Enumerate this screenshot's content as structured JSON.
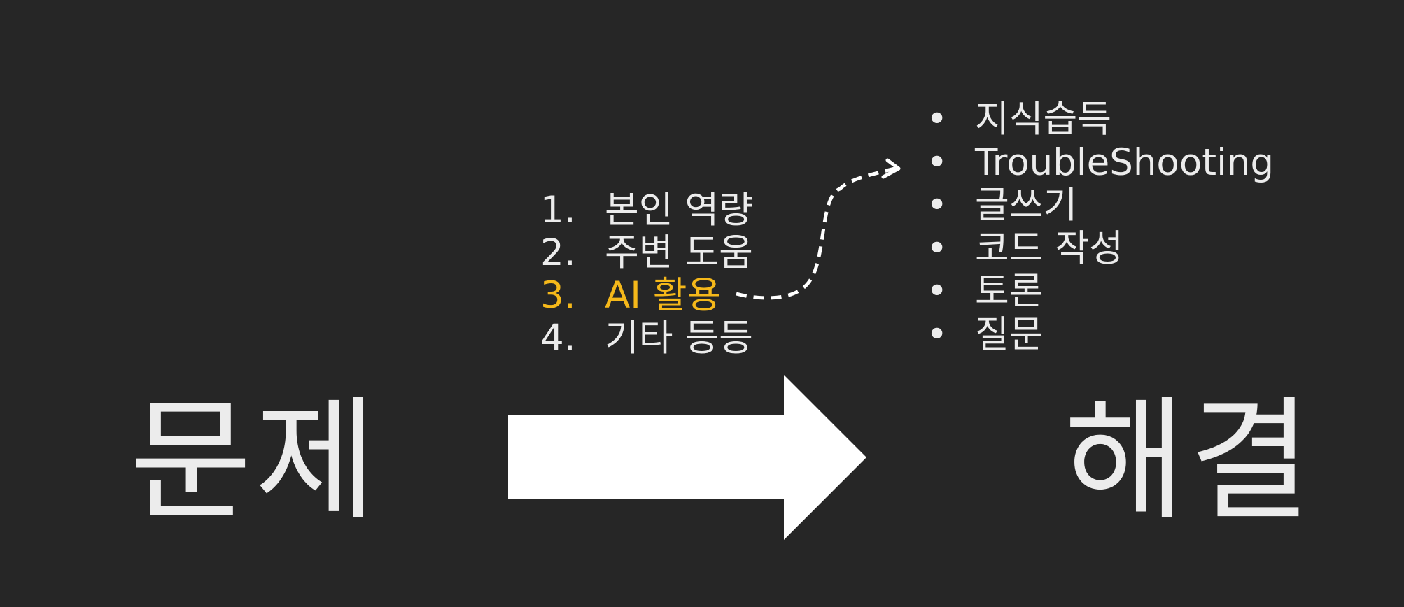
{
  "left_word": "문제",
  "right_word": "해결",
  "methods": [
    {
      "number": "1.",
      "label": "본인 역량"
    },
    {
      "number": "2.",
      "label": "주변 도움"
    },
    {
      "number": "3.",
      "label": "AI 활용"
    },
    {
      "number": "4.",
      "label": "기타 등등"
    }
  ],
  "highlighted_method_index": 2,
  "ai_uses": [
    {
      "bullet": "•",
      "label": "지식습득"
    },
    {
      "bullet": "•",
      "label": "TroubleShooting"
    },
    {
      "bullet": "•",
      "label": "글쓰기"
    },
    {
      "bullet": "•",
      "label": "코드 작성"
    },
    {
      "bullet": "•",
      "label": "토론"
    },
    {
      "bullet": "•",
      "label": "질문"
    }
  ],
  "colors": {
    "background": "#262626",
    "text": "#ececec",
    "highlight": "#f5b81a",
    "arrow": "#ffffff"
  }
}
